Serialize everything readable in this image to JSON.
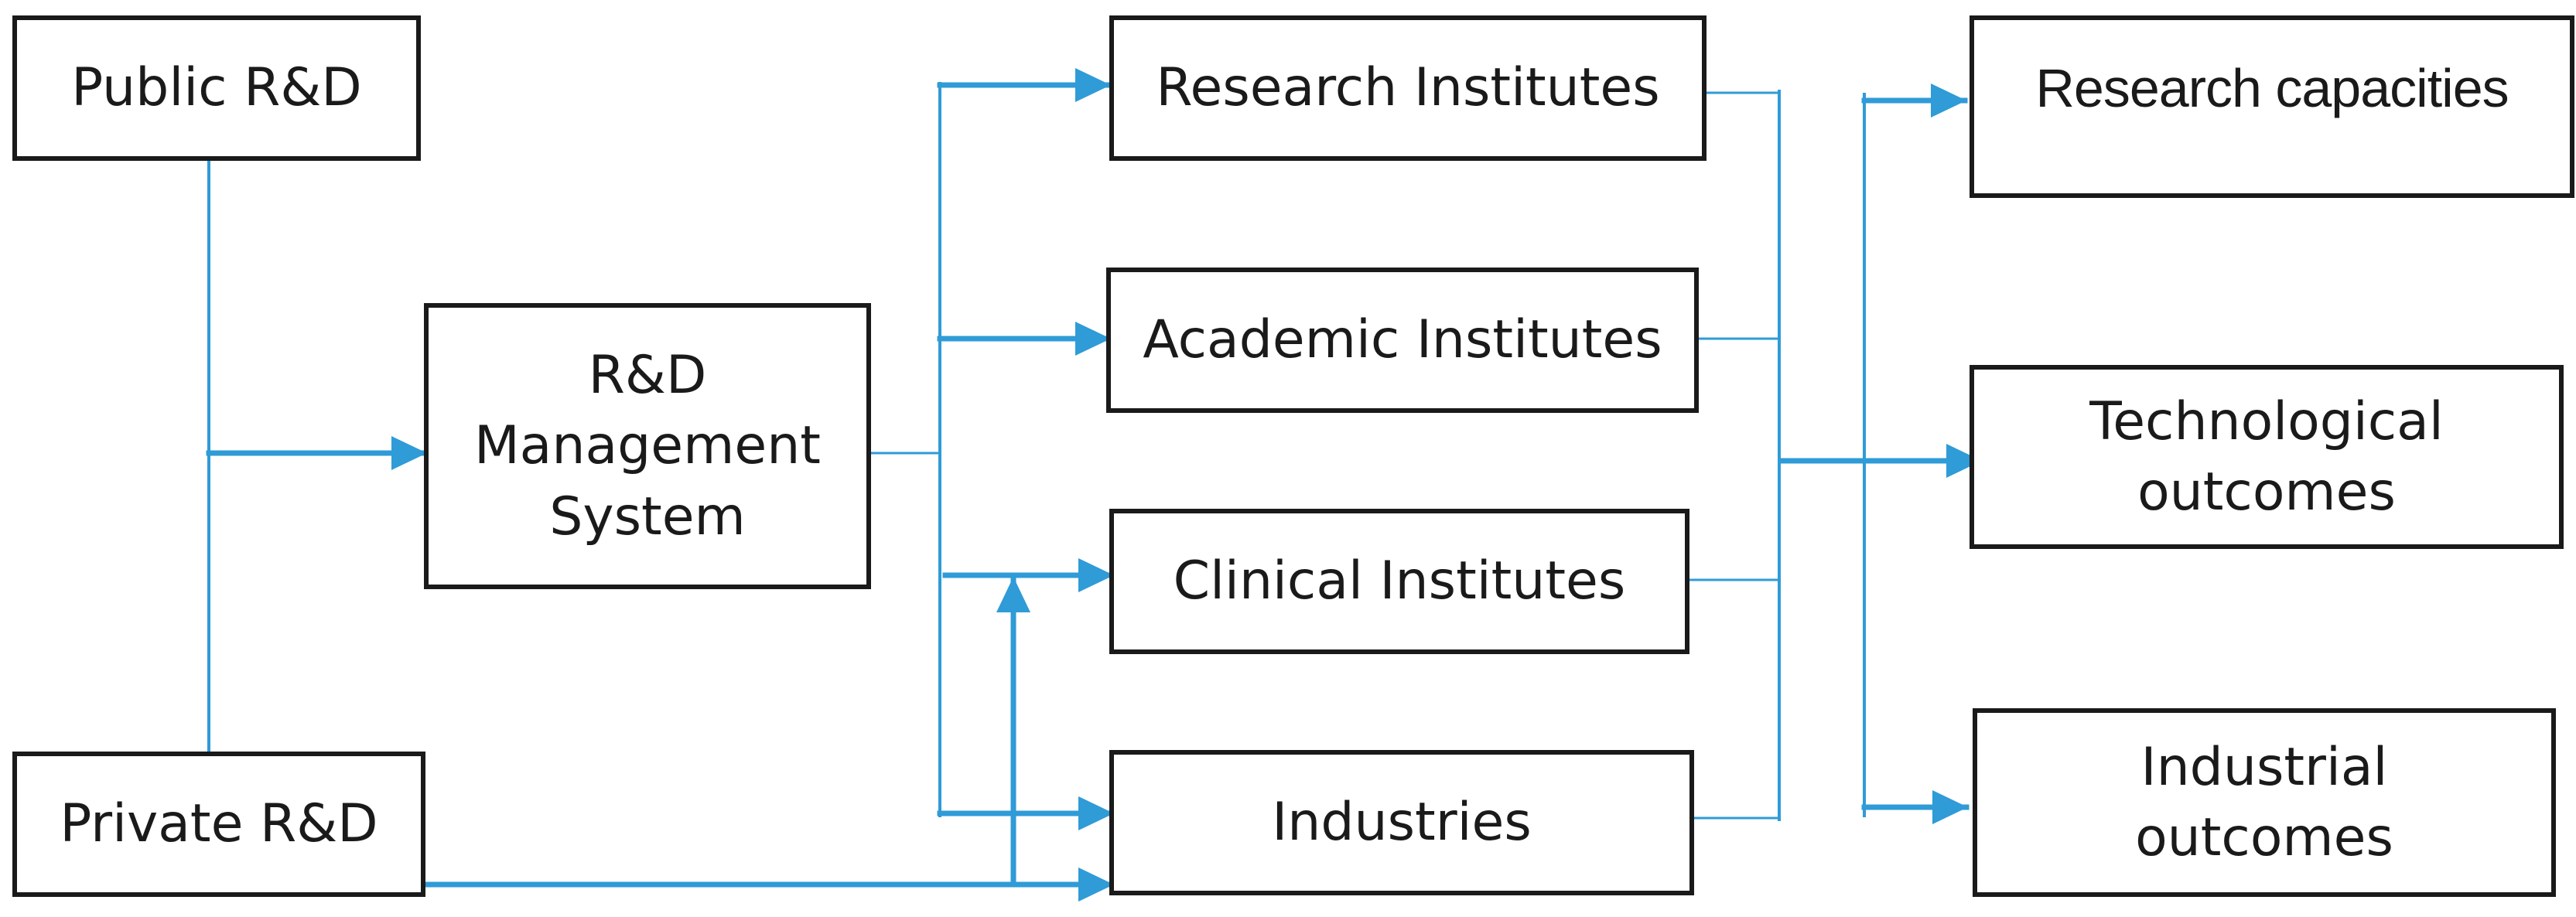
{
  "colors": {
    "connector": "#2f9bd7",
    "border": "#1a1a1a",
    "text": "#1a1a1a"
  },
  "nodes": {
    "public_rd": "Public R&D",
    "private_rd": "Private R&D",
    "rd_management": "R&D\nManagement\nSystem",
    "research_institutes": "Research Institutes",
    "academic_institutes": "Academic Institutes",
    "clinical_institutes": "Clinical Institutes",
    "industries": "Industries",
    "research_capacities": "Research capacities",
    "technological_outcomes": "Technological\noutcomes",
    "industrial_outcomes": "Industrial\noutcomes"
  }
}
